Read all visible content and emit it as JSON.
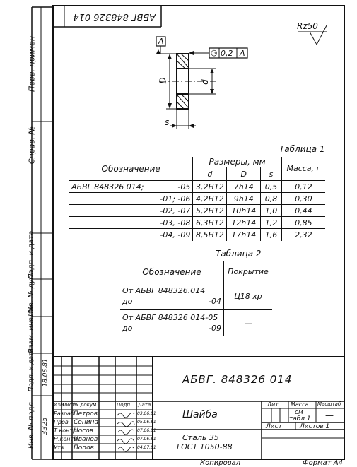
{
  "top_code": "АБВГ 848326 014",
  "roughness": "Rz50",
  "drawing": {
    "datum": "A",
    "tolerance_symbol": "◎",
    "tolerance_value": "0,2",
    "tolerance_datum": "A",
    "dim_D": "D",
    "dim_d": "d",
    "dim_s": "s"
  },
  "side_labels": {
    "perv_primen": "Перв. примен",
    "sprav_no": "Справ. №",
    "podp_data_1": "Подп. и дата",
    "inv_dubl": "Инв. № дубл",
    "vzam_inv": "Взам. инв. №",
    "podp_data_2": "Подп. и дата",
    "inv_podl": "Инв. № подл",
    "date_value": "18.06.81",
    "inv_value": "3325"
  },
  "table1": {
    "caption": "Таблица 1",
    "head_name": "Обозначение",
    "head_group": "Размеры, мм",
    "head_mass": "Масса, г",
    "sub_d": "d",
    "sub_D": "D",
    "sub_s": "s",
    "rows": [
      {
        "name": "АБВГ 848326 014;",
        "var": "-05",
        "d": "3,2Н12",
        "D": "7h14",
        "s": "0,5",
        "m": "0,12"
      },
      {
        "name": "",
        "var": "-01; -06",
        "d": "4,2Н12",
        "D": "9h14",
        "s": "0,8",
        "m": "0,30"
      },
      {
        "name": "",
        "var": "-02, -07",
        "d": "5,2Н12",
        "D": "10h14",
        "s": "1,0",
        "m": "0,44"
      },
      {
        "name": "",
        "var": "-03, -08",
        "d": "6,3Н12",
        "D": "12h14",
        "s": "1,2",
        "m": "0,85"
      },
      {
        "name": "",
        "var": "-04, -09",
        "d": "8,5Н12",
        "D": "17h14",
        "s": "1,6",
        "m": "2,32"
      }
    ]
  },
  "table2": {
    "caption": "Таблица 2",
    "head_name": "Обозначение",
    "head_cover": "Покрытие",
    "row1_l1": "От АБВГ 848326.014",
    "row1_l2a": "до",
    "row1_l2b": "-04",
    "row1_cover": "Ц18 хр",
    "row2_l1": "От АБВГ 848326 014-05",
    "row2_l2a": "до",
    "row2_l2b": "-09",
    "row2_cover": "—"
  },
  "title_block": {
    "designation": "АБВГ. 848326 014",
    "part_name": "Шайба",
    "material_1": "Сталь 35",
    "material_2": "ГОСТ 1050-88",
    "h_izm": "Изм",
    "h_list": "Лист",
    "h_doc": "№ докум",
    "h_podp": "Подп",
    "h_data": "Дата",
    "r_razrab": "Разраб",
    "r_prov": "Пров",
    "r_tkontr": "Т.контр",
    "r_nkontr": "Н.контр",
    "r_utv": "Утв",
    "n_razrab": "Петров",
    "n_prov": "Сенина",
    "n_tkontr": "Носов",
    "n_nkontr": "Иванов",
    "n_utv": "Попов",
    "d_1": "03.06.81",
    "d_2": "05.06.81",
    "d_3": "07.06.81",
    "d_4": "07.06.81",
    "d_5": "04.07.81",
    "lit": "Лит",
    "massa": "Масса",
    "masshtab": "Масштаб",
    "mass_value_1": "см",
    "mass_value_2": "табл 1",
    "scale_value": "—",
    "list": "Лист",
    "listov": "Листов 1"
  },
  "footer": {
    "kopiroval": "Копировал",
    "format": "Формат А4"
  }
}
